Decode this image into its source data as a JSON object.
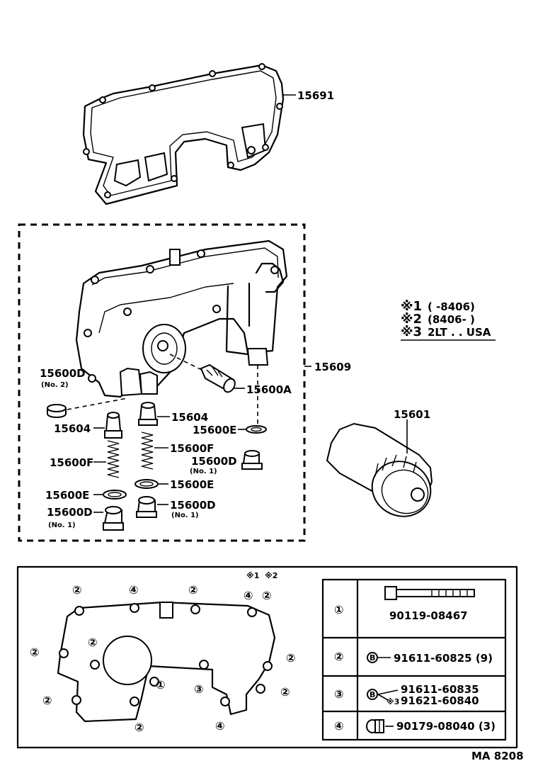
{
  "labels": {
    "p15691": "15691",
    "p15609": "15609",
    "p15600D_top": "15600D",
    "no2": "(No. 2)",
    "p15600A": "15600A",
    "p15604_left": "15604",
    "p15604_right": "15604",
    "p15600E_upper": "15600E",
    "p15600F_left": "15600F",
    "p15600F_right": "15600F",
    "p15600D_mid": "15600D",
    "no1_mid": "(No. 1)",
    "p15600E_left": "15600E",
    "p15600E_right": "15600E",
    "p15600D_bl": "15600D",
    "no1_bl": "(No. 1)",
    "p15600D_br": "15600D",
    "no1_br": "(No. 1)",
    "p15601": "15601"
  },
  "notes": {
    "n1_mark": "※1",
    "n1_text": "(          -8406)",
    "n2_mark": "※2",
    "n2_text": "(8406-          )",
    "n3_mark": "※3",
    "n3_text": "2LT . . USA"
  },
  "callouts": {
    "c1": "①",
    "c2": "②",
    "c3": "③",
    "c4": "④",
    "star1": "※1",
    "star2": "※2"
  },
  "table": {
    "rows": [
      {
        "num": "①",
        "part": "90119-08467"
      },
      {
        "num": "②",
        "part": "91611-60825 (9)",
        "prefix": "B"
      },
      {
        "num": "③",
        "part_a": "91611-60835",
        "part_b": "91621-60840",
        "prefix": "B",
        "star": "※3"
      },
      {
        "num": "④",
        "part": "90179-08040 (3)"
      }
    ]
  },
  "footer": "MA  8208"
}
